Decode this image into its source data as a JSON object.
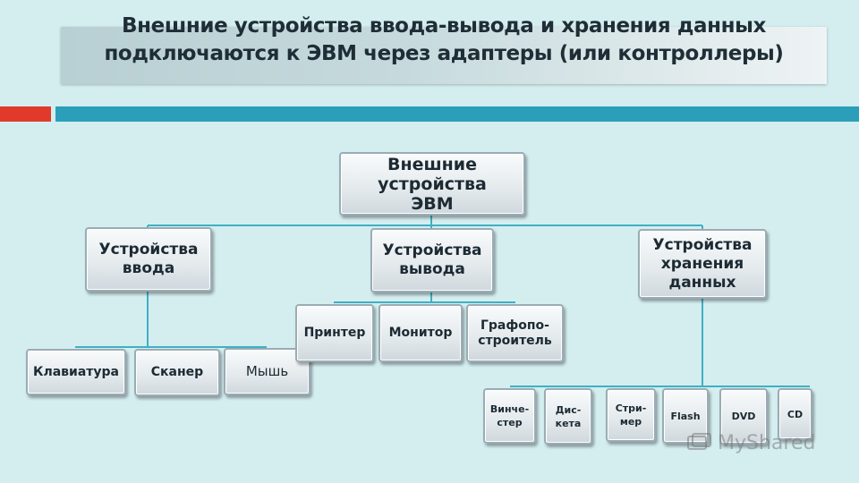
{
  "title": "Внешние устройства ввода-вывода и хранения данных подключаются к ЭВМ через адаптеры (или контроллеры)",
  "diagram": {
    "root": "Внешние устройства ЭВМ",
    "categories": [
      {
        "label": "Устройства ввода",
        "children": [
          "Клавиатура",
          "Сканер",
          "Мышь"
        ]
      },
      {
        "label": "Устройства вывода",
        "children": [
          "Принтер",
          "Монитор",
          "Графопо-\nстроитель"
        ]
      },
      {
        "label": "Устройства хранения данных",
        "children": [
          "Винче-\nстер",
          "Дис-\nкета",
          "Стри-\nмер",
          "Flash",
          "DVD",
          "CD"
        ]
      }
    ]
  },
  "watermark": "MyShared"
}
